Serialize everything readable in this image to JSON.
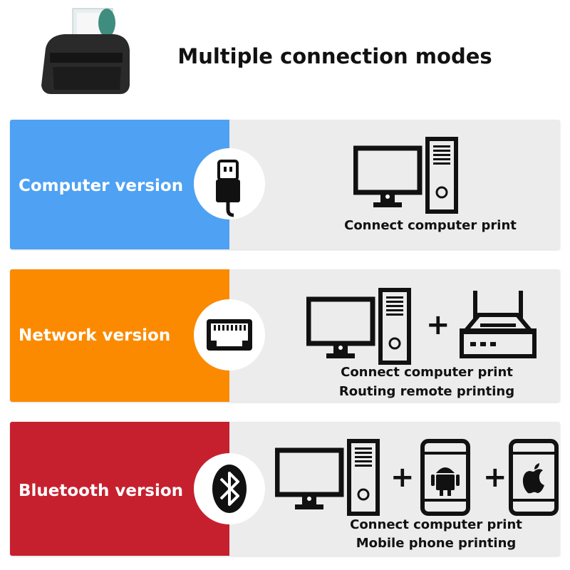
{
  "title": "Multiple connection modes",
  "colors": {
    "computer": "#4ea1f3",
    "network": "#fb8a00",
    "bluetooth": "#c6202e",
    "panel": "#ececec"
  },
  "rows": [
    {
      "label": "Computer version",
      "connector_icon": "usb-icon",
      "devices": [
        "computer-icon"
      ],
      "captions": [
        "Connect computer print"
      ]
    },
    {
      "label": "Network version",
      "connector_icon": "ethernet-icon",
      "devices": [
        "computer-icon",
        "router-icon"
      ],
      "plus": "+",
      "captions": [
        "Connect computer print",
        "Routing remote printing"
      ]
    },
    {
      "label": "Bluetooth version",
      "connector_icon": "bluetooth-icon",
      "devices": [
        "computer-icon",
        "android-phone-icon",
        "apple-phone-icon"
      ],
      "plus": "+",
      "captions": [
        "Connect computer print",
        "Mobile phone printing"
      ]
    }
  ]
}
